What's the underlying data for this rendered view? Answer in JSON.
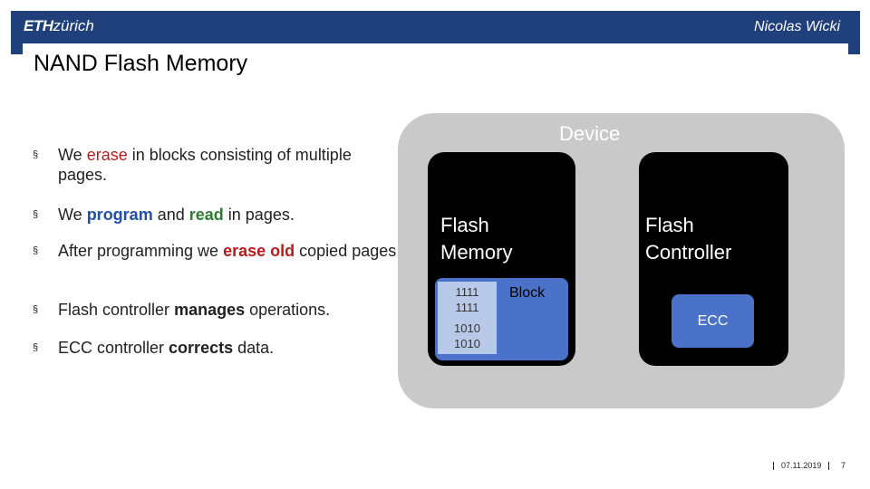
{
  "header": {
    "logo_eth": "ETH",
    "logo_zurich": "zürich",
    "author": "Nicolas Wicki"
  },
  "slide": {
    "title": "NAND Flash Memory"
  },
  "bullets": [
    {
      "pre": "We ",
      "hl": "erase",
      "post": " in blocks consisting of multiple pages."
    },
    {
      "pre": "We ",
      "hl1": "program",
      "mid": " and ",
      "hl2": "read",
      "post": " in pages."
    },
    {
      "pre": "After programming we ",
      "hl1": "erase",
      "mid": " ",
      "hl2": "old",
      "post": " copied pages."
    },
    {
      "pre": "Flash controller ",
      "strong": "manages",
      "post": " operations."
    },
    {
      "pre": "ECC controller ",
      "strong": "corrects",
      "post": " data."
    }
  ],
  "bullet_marker": "§",
  "diagram": {
    "device_label": "Device",
    "flash_memory_line1": "Flash",
    "flash_memory_line2": "Memory",
    "flash_controller_line1": "Flash",
    "flash_controller_line2": "Controller",
    "pages": [
      {
        "line1": "1111",
        "line2": "1111"
      },
      {
        "line1": "1010",
        "line2": "1010"
      }
    ],
    "block_label": "Block",
    "ecc_label": "ECC"
  },
  "footer": {
    "date": "07.11.2019",
    "page_number": "7"
  },
  "colors": {
    "header_bg": "#1f407a",
    "erase_red": "#b71c1c",
    "program_blue": "#1f4fa8",
    "read_green": "#2e7d32",
    "block_blue": "#4a72c8",
    "page_light_blue": "#b8c8e8",
    "device_gray": "#c9c9c9"
  }
}
